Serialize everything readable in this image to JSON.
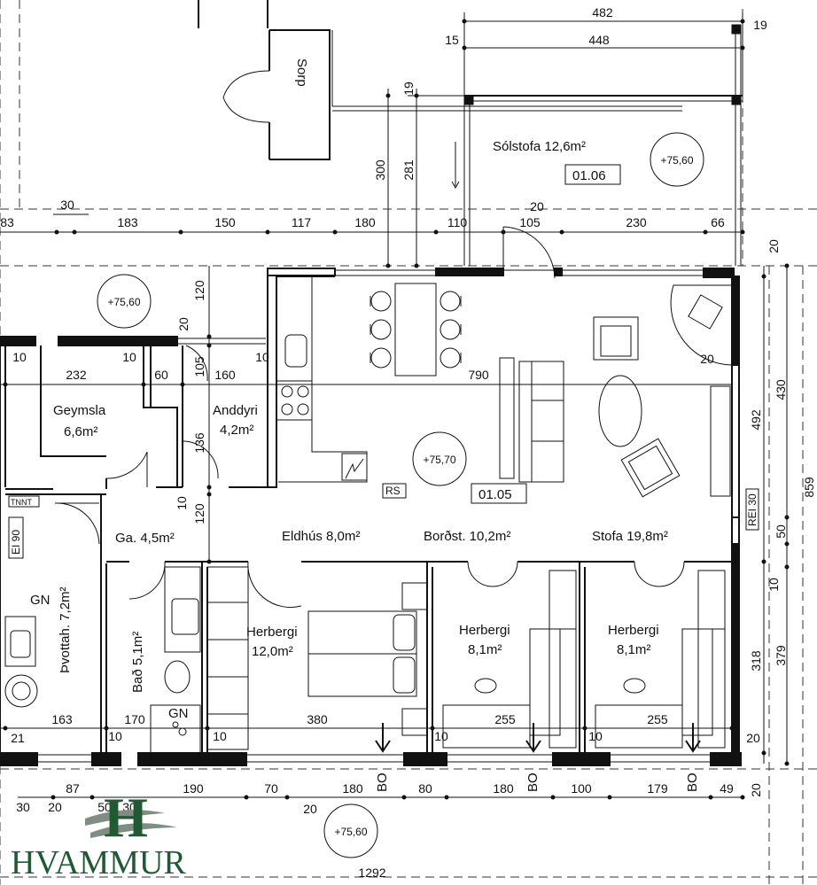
{
  "rooms": {
    "solstofa": "Sólstofa 12,6m²",
    "solstofa_no": "01.06",
    "geymsla": "Geymsla",
    "geymsla_area": "6,6m²",
    "anddyri": "Anddyri",
    "anddyri_area": "4,2m²",
    "ga": "Ga. 4,5m²",
    "eldhus": "Eldhús 8,0m²",
    "bordst": "Borðst. 10,2m²",
    "stofa": "Stofa 19,8m²",
    "main_no": "01.05",
    "thvottah": "Þvottah. 7,2m²",
    "bad": "Bað 5,1m²",
    "herbergi1": "Herbergi",
    "herbergi1_area": "12,0m²",
    "herbergi2": "Herbergi",
    "herbergi2_area": "8,1m²",
    "herbergi3": "Herbergi",
    "herbergi3_area": "8,1m²"
  },
  "levels": {
    "sol": "+75,60",
    "west": "+75,60",
    "main": "+75,70",
    "south": "+75,60"
  },
  "labels": {
    "sorp": "Sorp",
    "rs": "RS",
    "rei30": "REI 30",
    "ei90": "EI 90",
    "tnnt": "TNNT",
    "gn1": "GN",
    "gn2": "GN",
    "bo1": "BO",
    "bo2": "BO",
    "bo3": "BO"
  },
  "dims": {
    "d482": "482",
    "d19a": "19",
    "d15": "15",
    "d448": "448",
    "d19b": "19",
    "d300": "300",
    "d281": "281",
    "d30a": "30",
    "d20a": "20",
    "t83": "83",
    "t183": "183",
    "t150": "150",
    "t117": "117",
    "t180": "180",
    "t110": "110",
    "t105": "105",
    "t230": "230",
    "t66": "66",
    "t20r": "20",
    "v120a": "120",
    "v20b": "20",
    "v105": "105",
    "v136": "136",
    "v10a": "10",
    "v120b": "120",
    "g10a": "10",
    "g232": "232",
    "g10b": "10",
    "g60": "60",
    "g160": "160",
    "g10c": "10",
    "m790": "790",
    "m20": "20",
    "r430": "430",
    "r492": "492",
    "r50": "50",
    "r10": "10",
    "r318": "318",
    "r379": "379",
    "r859": "859",
    "s163": "163",
    "s170": "170",
    "s380": "380",
    "s255a": "255",
    "s255b": "255",
    "s21": "21",
    "s10a": "10",
    "s10b": "10",
    "s10c": "10",
    "s10d": "10",
    "s20": "20",
    "b87": "87",
    "b190": "190",
    "b70": "70",
    "b180a": "180",
    "b80": "80",
    "b180b": "180",
    "b100": "100",
    "b179": "179",
    "b49": "49",
    "b20": "20",
    "bl30a": "30",
    "bl20": "20",
    "bl50": "50",
    "bl30b": "30",
    "bl20b": "20",
    "total": "1292"
  },
  "logo": {
    "mark": "H",
    "name": "HVAMMUR"
  }
}
